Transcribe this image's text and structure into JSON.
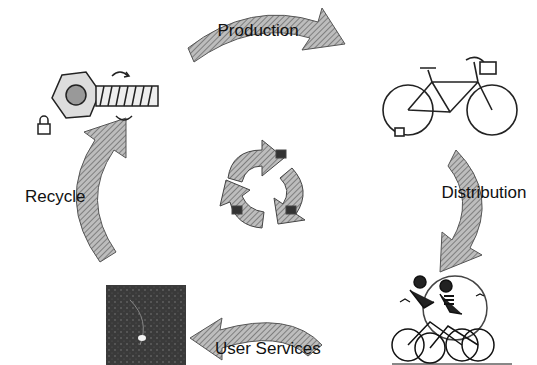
{
  "diagram": {
    "labels": [
      "Production",
      "Distribution",
      "User Services",
      "Recycle"
    ]
  }
}
